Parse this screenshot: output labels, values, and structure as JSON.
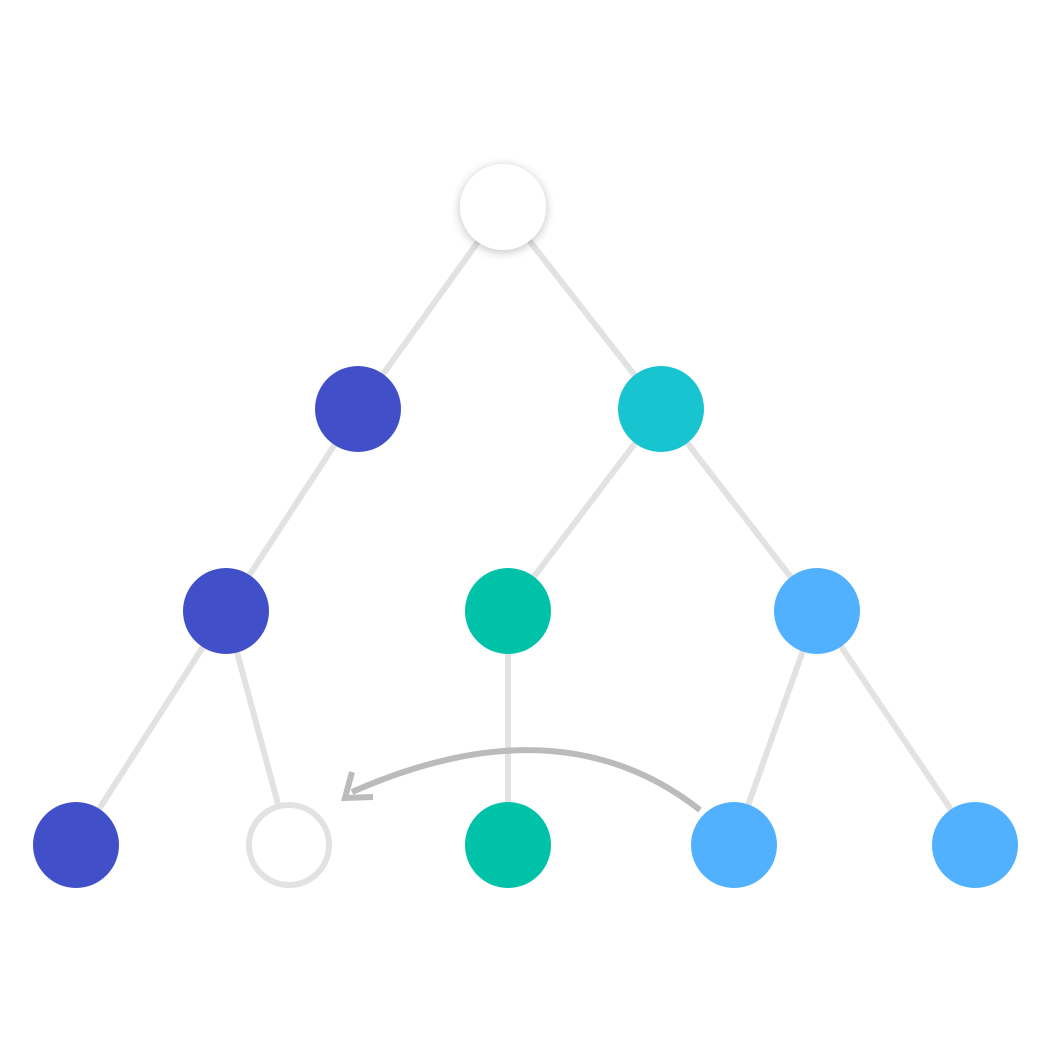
{
  "diagram": {
    "type": "tree",
    "colors": {
      "edge": "#e2e2e2",
      "arrow": "#bbbbbb",
      "empty_stroke": "#e2e2e2"
    },
    "nodes": [
      {
        "id": "root",
        "fill": "#ffffff",
        "style": "shadow"
      },
      {
        "id": "a",
        "fill": "#4150c8"
      },
      {
        "id": "b",
        "fill": "#17c4d0"
      },
      {
        "id": "a1",
        "fill": "#4150c8"
      },
      {
        "id": "b1",
        "fill": "#00c2a8"
      },
      {
        "id": "b2",
        "fill": "#52b1ff"
      },
      {
        "id": "a1a",
        "fill": "#4150c8"
      },
      {
        "id": "a1b",
        "fill": "#ffffff",
        "style": "empty"
      },
      {
        "id": "b1a",
        "fill": "#00c2a8"
      },
      {
        "id": "b2a",
        "fill": "#52b1ff"
      },
      {
        "id": "b2b",
        "fill": "#52b1ff"
      }
    ],
    "edges": [
      [
        "root",
        "a"
      ],
      [
        "root",
        "b"
      ],
      [
        "a",
        "a1"
      ],
      [
        "b",
        "b1"
      ],
      [
        "b",
        "b2"
      ],
      [
        "a1",
        "a1a"
      ],
      [
        "a1",
        "a1b"
      ],
      [
        "b1",
        "b1a"
      ],
      [
        "b2",
        "b2a"
      ],
      [
        "b2",
        "b2b"
      ]
    ],
    "move_arrow": {
      "from": "b2a",
      "to": "a1b"
    }
  }
}
